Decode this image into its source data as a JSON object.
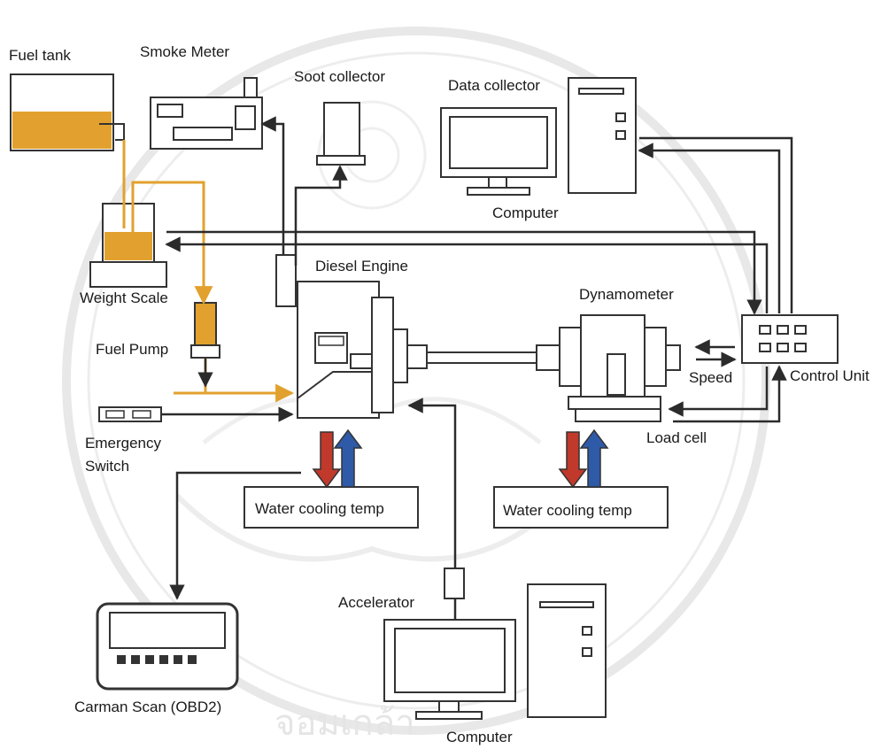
{
  "diagram": {
    "labels": {
      "fuel_tank": "Fuel tank",
      "smoke_meter": "Smoke Meter",
      "soot_collector": "Soot collector",
      "data_collector": "Data collector",
      "computer_top": "Computer",
      "weight_scale": "Weight Scale",
      "diesel_engine": "Diesel Engine",
      "dynamometer": "Dynamometer",
      "fuel_pump": "Fuel Pump",
      "speed": "Speed",
      "control_unit": "Control Unit",
      "emergency_switch_line1": "Emergency",
      "emergency_switch_line2": "Switch",
      "load_cell": "Load cell",
      "water_cooling_engine": "Water cooling temp",
      "water_cooling_dyno": "Water cooling temp",
      "accelerator": "Accelerator",
      "carman_scan": "Carman Scan (OBD2)",
      "computer_bottom": "Computer"
    },
    "watermark_text": "จอมเกล้า",
    "colors": {
      "fuel": "#e2a12e",
      "line": "#2b2b2b",
      "hot_water": "#c0392b",
      "cold_water": "#2e5aa8",
      "watermark": "#cfcfcf"
    }
  }
}
